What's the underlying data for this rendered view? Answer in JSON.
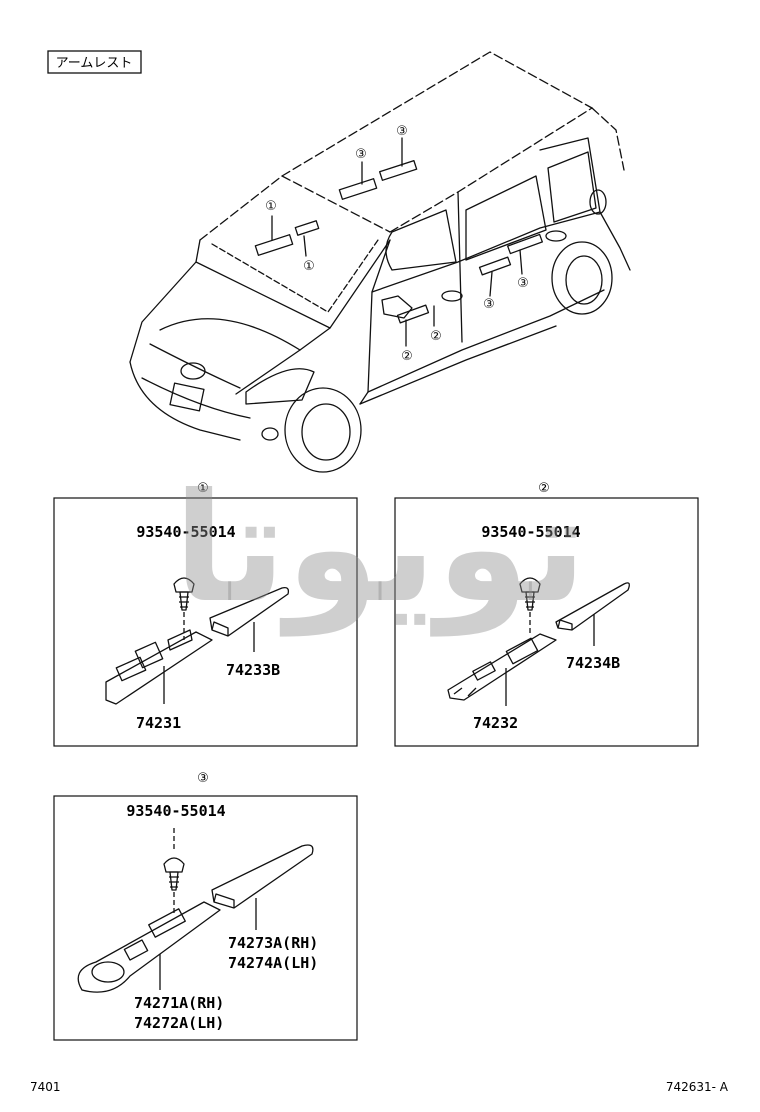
{
  "header": {
    "section_tag": "アームレスト"
  },
  "watermark": {
    "text": "تویوتا"
  },
  "car": {
    "callouts": [
      "①",
      "①",
      "②",
      "②",
      "③",
      "③",
      "③",
      "③"
    ]
  },
  "panel1": {
    "marker": "①",
    "parts": {
      "screw": "93540-55014",
      "cover": "74233B",
      "base": "74231"
    }
  },
  "panel2": {
    "marker": "②",
    "parts": {
      "screw": "93540-55014",
      "cover": "74234B",
      "base": "74232"
    }
  },
  "panel3": {
    "marker": "③",
    "parts": {
      "screw": "93540-55014",
      "cover_rh": "74273A(RH)",
      "cover_lh": "74274A(LH)",
      "base_rh": "74271A(RH)",
      "base_lh": "74272A(LH)"
    }
  },
  "footer": {
    "page_code": "7401",
    "figure_id": "742631- A"
  }
}
